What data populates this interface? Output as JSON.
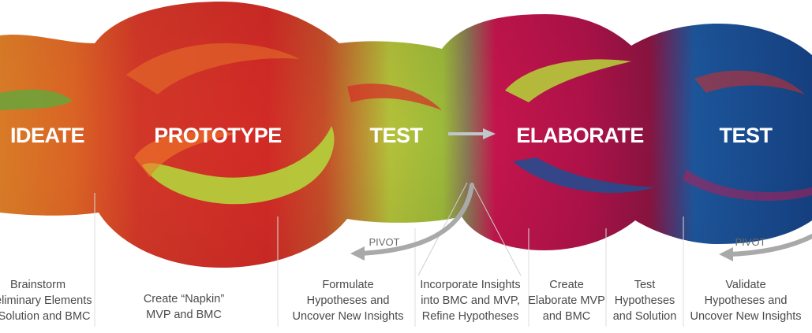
{
  "stages": [
    {
      "label": "IDEATE"
    },
    {
      "label": "PROTOTYPE"
    },
    {
      "label": "TEST"
    },
    {
      "label": "ELABORATE"
    },
    {
      "label": "TEST"
    }
  ],
  "pivots": [
    {
      "label": "PIVOT"
    },
    {
      "label": "PIVOT"
    }
  ],
  "descriptions": [
    {
      "lines": [
        "Brainstorm",
        "Preliminary Elements",
        "of Solution and BMC"
      ]
    },
    {
      "lines": [
        "Create “Napkin”",
        "MVP and BMC"
      ]
    },
    {
      "lines": [
        "Formulate",
        "Hypotheses and",
        "Uncover New Insights"
      ]
    },
    {
      "lines": [
        "Incorporate Insights",
        "into BMC and MVP,",
        "Refine Hypotheses"
      ]
    },
    {
      "lines": [
        "Create",
        "Elaborate MVP",
        "and BMC"
      ]
    },
    {
      "lines": [
        "Test",
        "Hypotheses",
        "and Solution"
      ]
    },
    {
      "lines": [
        "Validate",
        "Hypotheses and",
        "Uncover New Insights"
      ]
    }
  ],
  "colors": {
    "ideate": "#e8742a",
    "prototype": "#d9262b",
    "test": "#a8c43a",
    "elaborate": "#c4174f",
    "test_blue": "#1d4f93",
    "swirl_green": "#b5cc3a",
    "arrow_gray": "#a9a9a9"
  }
}
